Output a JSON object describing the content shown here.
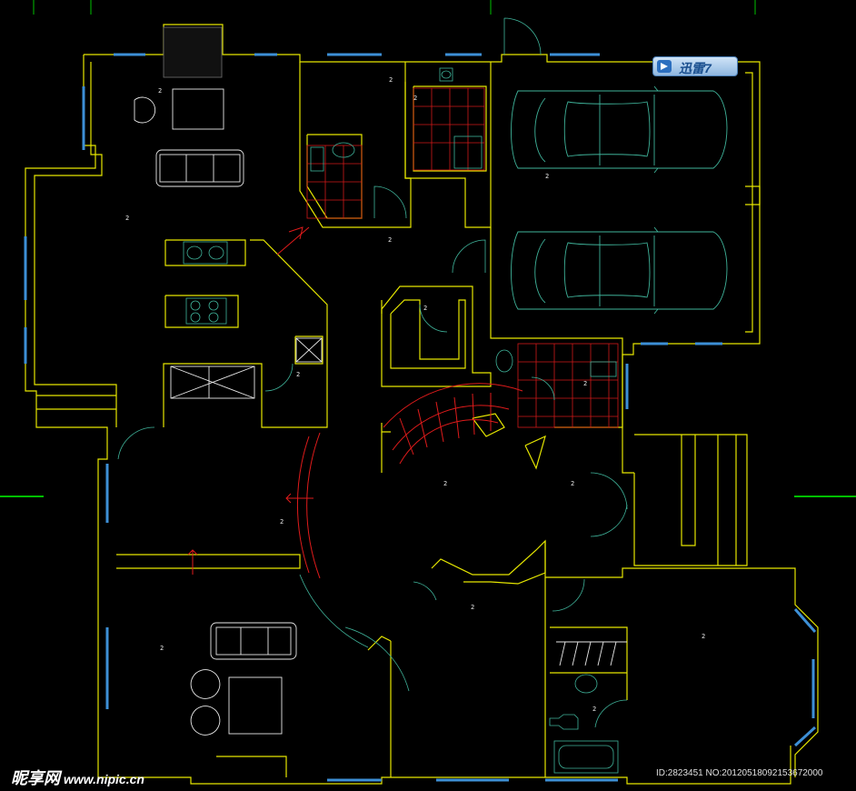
{
  "drawing": {
    "room_labels": [
      "2",
      "2",
      "2",
      "2",
      "2",
      "2",
      "2",
      "2",
      "2",
      "2",
      "2",
      "2",
      "2",
      "2",
      "2",
      "2"
    ]
  },
  "badge": {
    "text": "迅雷7"
  },
  "watermark": {
    "site_name": "昵享网",
    "url": "www.nipic.cn",
    "id_text": "ID:2823451 NO:20120518092153672000"
  },
  "colors": {
    "wall": "#e5e600",
    "window": "#3d8fd6",
    "stair": "#e01b1b",
    "fixture": "#3fb39a",
    "furniture": "#e8e8e8",
    "axis": "#00d000"
  }
}
